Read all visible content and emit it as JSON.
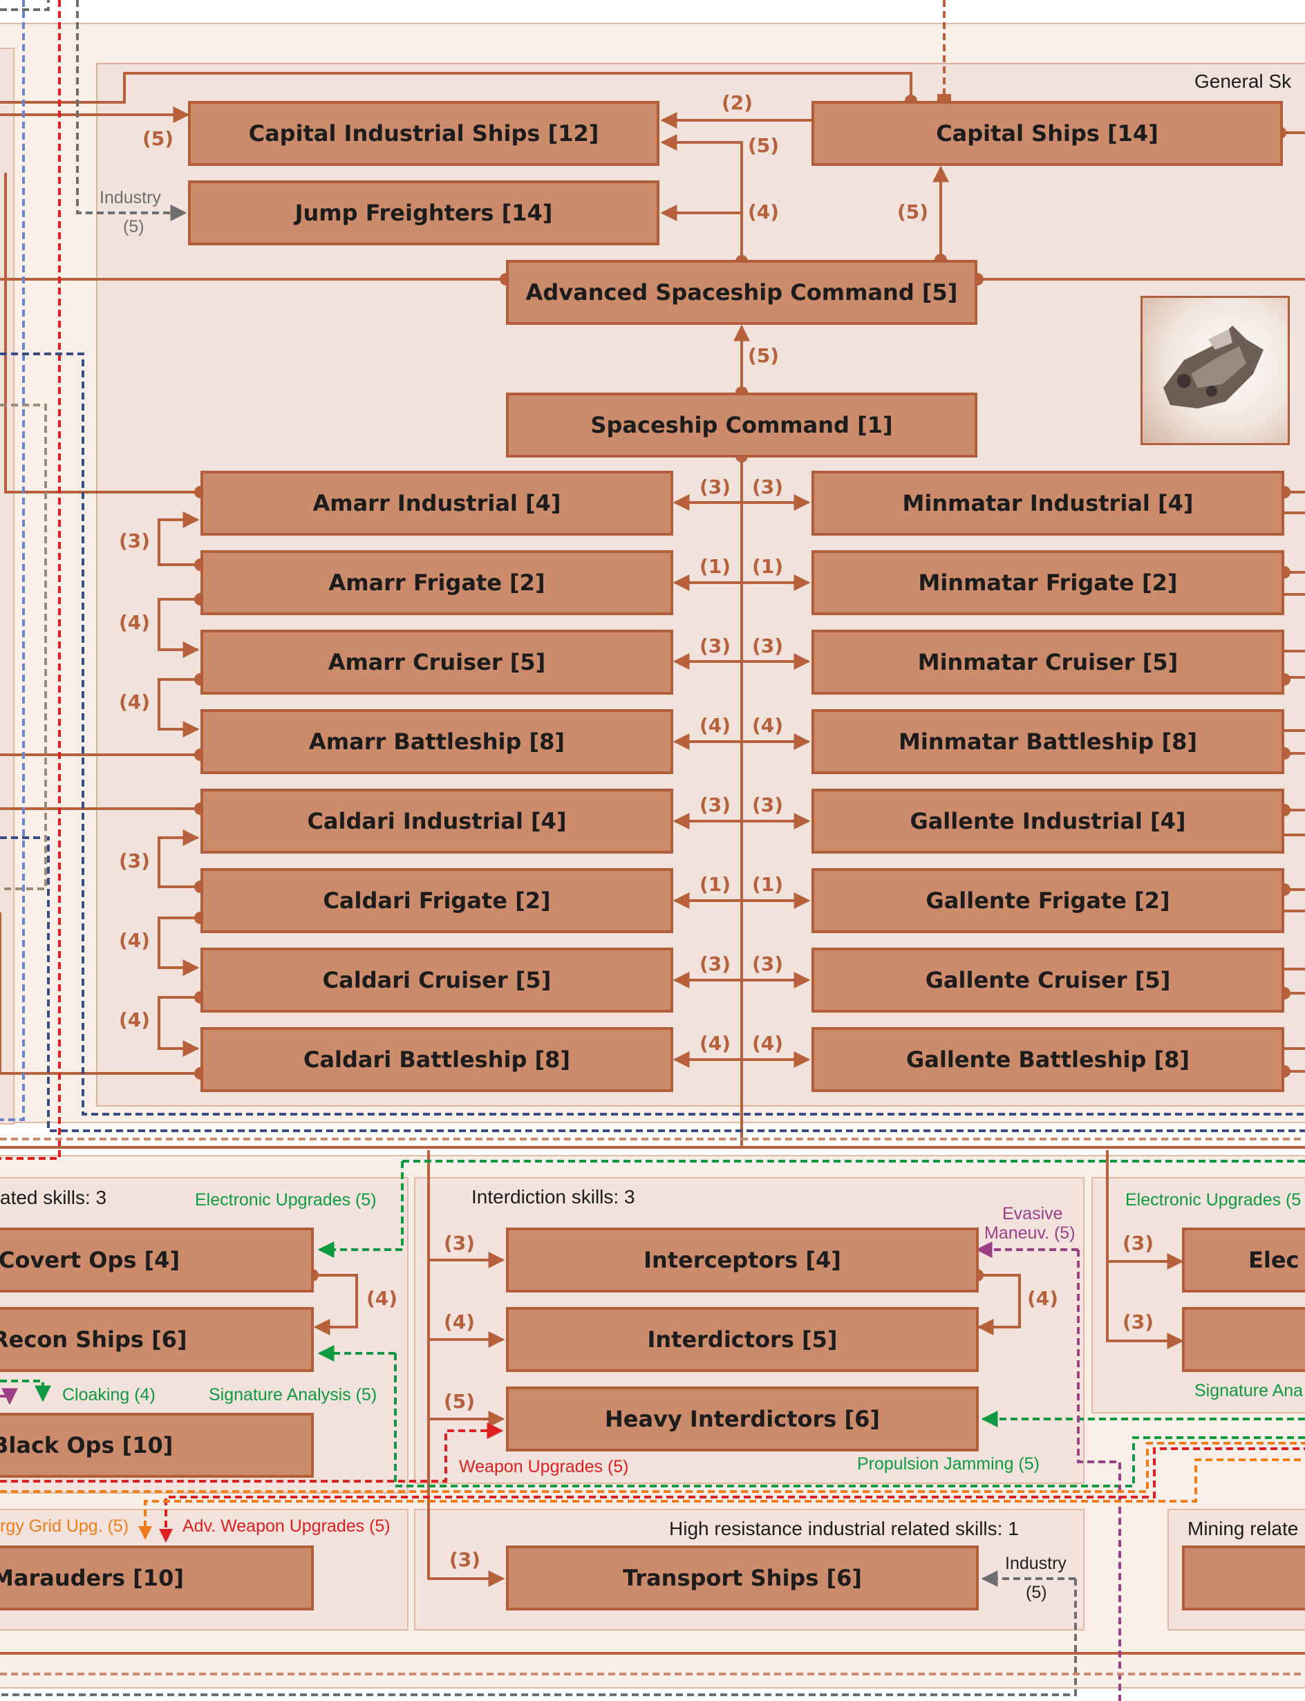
{
  "colors": {
    "node_fill": "#cc8b6a",
    "node_border": "#b35e3a",
    "connector": "#b6613b",
    "panel_outer": "#f9eee8",
    "panel_inner": "#f3e3dc",
    "green": "#0d9a40",
    "red": "#e02020",
    "purple": "#9c3f86",
    "orange": "#ef7d1a",
    "gray": "#6e6e6e",
    "navy": "#3a4c82",
    "blue": "#6a86c8"
  },
  "sections": {
    "general": "General Sk",
    "covert_partial": "ated skills: 3",
    "interdiction": "Interdiction skills: 3",
    "high_resistance": "High resistance industrial related skills: 1",
    "mining_partial": "Mining relate"
  },
  "nodes": {
    "capital_industrial": "Capital Industrial Ships [12]",
    "capital_ships": "Capital Ships [14]",
    "jump_freighters": "Jump Freighters [14]",
    "advanced_spaceship": "Advanced Spaceship Command [5]",
    "spaceship_command": "Spaceship Command [1]",
    "amarr_industrial": "Amarr Industrial [4]",
    "amarr_frigate": "Amarr Frigate [2]",
    "amarr_cruiser": "Amarr Cruiser [5]",
    "amarr_battleship": "Amarr Battleship [8]",
    "caldari_industrial": "Caldari Industrial [4]",
    "caldari_frigate": "Caldari Frigate [2]",
    "caldari_cruiser": "Caldari Cruiser [5]",
    "caldari_battleship": "Caldari Battleship [8]",
    "minmatar_industrial": "Minmatar Industrial [4]",
    "minmatar_frigate": "Minmatar Frigate [2]",
    "minmatar_cruiser": "Minmatar Cruiser [5]",
    "minmatar_battleship": "Minmatar Battleship [8]",
    "gallente_industrial": "Gallente Industrial [4]",
    "gallente_frigate": "Gallente Frigate [2]",
    "gallente_cruiser": "Gallente Cruiser [5]",
    "gallente_battleship": "Gallente Battleship [8]",
    "covert_ops": "Covert Ops [4]",
    "recon_ships": "Recon Ships [6]",
    "black_ops": "Black Ops [10]",
    "marauders": "Marauders [10]",
    "interceptors": "Interceptors [4]",
    "interdictors": "Interdictors [5]",
    "heavy_interdictors": "Heavy Interdictors [6]",
    "transport_ships": "Transport Ships [6]",
    "electronic_partial": "Elec"
  },
  "edge_labels": {
    "cap_ind_from_left": "(5)",
    "cap_ind_from_capital": "(2)",
    "cap_ind_from_asc": "(5)",
    "jf_from_asc": "(4)",
    "capital_from_asc": "(5)",
    "asc_from_sc": "(5)",
    "amarr_ind": "(3)",
    "minmatar_ind": "(3)",
    "amarr_frig": "(1)",
    "minmatar_frig": "(1)",
    "amarr_cru": "(3)",
    "minmatar_cru": "(3)",
    "amarr_bs": "(4)",
    "minmatar_bs": "(4)",
    "caldari_ind": "(3)",
    "gallente_ind": "(3)",
    "caldari_frig": "(1)",
    "gallente_frig": "(1)",
    "caldari_cru": "(3)",
    "gallente_cru": "(3)",
    "caldari_bs": "(4)",
    "gallente_bs": "(4)",
    "amarr_frig_to_ind": "(3)",
    "amarr_frig_to_cru": "(4)",
    "amarr_cru_to_bs": "(4)",
    "caldari_frig_to_ind": "(3)",
    "caldari_frig_to_cru": "(4)",
    "caldari_cru_to_bs": "(4)",
    "covert_to_recon": "(4)",
    "interceptors_in": "(3)",
    "interceptors_to_interdictors": "(4)",
    "interdictors_in": "(4)",
    "heavy_in": "(5)",
    "transport_in": "(3)",
    "elec_in_1": "(3)",
    "elec_in_2": "(3)"
  },
  "skill_labels": {
    "industry_jf_name": "Industry",
    "industry_jf_level": "(5)",
    "electronic_upgrades_left": "Electronic Upgrades (5)",
    "cloaking": "Cloaking (4)",
    "signature_analysis_left": "Signature Analysis (5)",
    "evasive_line1": "Evasive",
    "evasive_line2": "Maneuv. (5)",
    "weapon_upgrades": "Weapon Upgrades (5)",
    "propulsion_jamming": "Propulsion Jamming (5)",
    "energy_grid_partial": "rgy Grid Upg. (5)",
    "adv_weapon_upgrades": "Adv. Weapon Upgrades (5)",
    "industry_transport_name": "Industry",
    "industry_transport_level": "(5)",
    "electronic_upgrades_right": "Electronic Upgrades (5",
    "signature_analysis_right": "Signature Ana"
  },
  "icons": [
    "ship-portrait-icon",
    "arrowhead-icon",
    "connector-dot-icon"
  ]
}
